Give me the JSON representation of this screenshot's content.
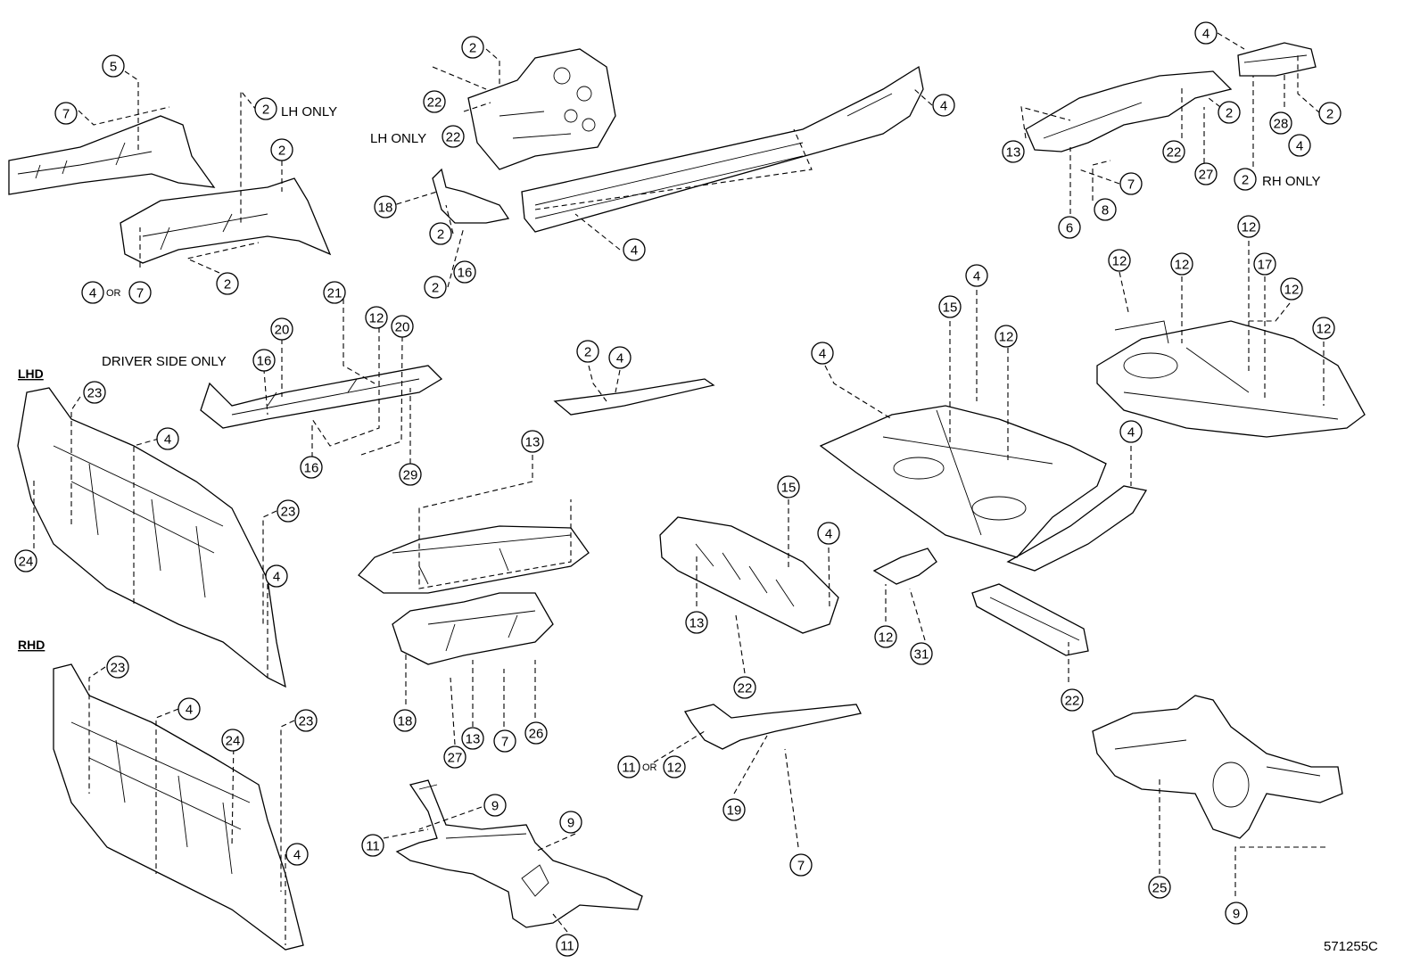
{
  "figure_code": "571255C",
  "section_labels": {
    "lhd": "LHD",
    "rhd": "RHD"
  },
  "notes": {
    "lh_only_upper": "LH ONLY",
    "lh_only_left": "LH ONLY",
    "rh_only": "RH ONLY",
    "driver_side_only": "DRIVER SIDE ONLY",
    "or": "OR"
  },
  "callouts": [
    {
      "id": "c1",
      "n": "5"
    },
    {
      "id": "c2",
      "n": "7"
    },
    {
      "id": "c3",
      "n": "2"
    },
    {
      "id": "c4",
      "n": "2"
    },
    {
      "id": "c5",
      "n": "2"
    },
    {
      "id": "c6",
      "n": "4"
    },
    {
      "id": "c7",
      "n": "7"
    },
    {
      "id": "c8",
      "n": "2"
    },
    {
      "id": "c9",
      "n": "22"
    },
    {
      "id": "c10",
      "n": "22"
    },
    {
      "id": "c11",
      "n": "4"
    },
    {
      "id": "c12",
      "n": "18"
    },
    {
      "id": "c13",
      "n": "2"
    },
    {
      "id": "c14",
      "n": "2"
    },
    {
      "id": "c15",
      "n": "16"
    },
    {
      "id": "c16",
      "n": "4"
    },
    {
      "id": "c17",
      "n": "4"
    },
    {
      "id": "c18",
      "n": "2"
    },
    {
      "id": "c19",
      "n": "28"
    },
    {
      "id": "c20",
      "n": "4"
    },
    {
      "id": "c21",
      "n": "13"
    },
    {
      "id": "c22",
      "n": "22"
    },
    {
      "id": "c23",
      "n": "2"
    },
    {
      "id": "c24",
      "n": "27"
    },
    {
      "id": "c25",
      "n": "2"
    },
    {
      "id": "c26",
      "n": "7"
    },
    {
      "id": "c27",
      "n": "8"
    },
    {
      "id": "c28",
      "n": "6"
    },
    {
      "id": "c29",
      "n": "21"
    },
    {
      "id": "c30",
      "n": "20"
    },
    {
      "id": "c31",
      "n": "12"
    },
    {
      "id": "c32",
      "n": "20"
    },
    {
      "id": "c33",
      "n": "16"
    },
    {
      "id": "c34",
      "n": "16"
    },
    {
      "id": "c35",
      "n": "29"
    },
    {
      "id": "c36",
      "n": "23"
    },
    {
      "id": "c37",
      "n": "4"
    },
    {
      "id": "c38",
      "n": "24"
    },
    {
      "id": "c39",
      "n": "23"
    },
    {
      "id": "c40",
      "n": "4"
    },
    {
      "id": "c41",
      "n": "23"
    },
    {
      "id": "c42",
      "n": "4"
    },
    {
      "id": "c43",
      "n": "24"
    },
    {
      "id": "c44",
      "n": "23"
    },
    {
      "id": "c45",
      "n": "4"
    },
    {
      "id": "c46",
      "n": "2"
    },
    {
      "id": "c47",
      "n": "4"
    },
    {
      "id": "c48",
      "n": "13"
    },
    {
      "id": "c49",
      "n": "18"
    },
    {
      "id": "c50",
      "n": "27"
    },
    {
      "id": "c51",
      "n": "13"
    },
    {
      "id": "c52",
      "n": "7"
    },
    {
      "id": "c53",
      "n": "26"
    },
    {
      "id": "c54",
      "n": "15"
    },
    {
      "id": "c55",
      "n": "4"
    },
    {
      "id": "c56",
      "n": "13"
    },
    {
      "id": "c57",
      "n": "22"
    },
    {
      "id": "c58",
      "n": "4"
    },
    {
      "id": "c59",
      "n": "15"
    },
    {
      "id": "c60",
      "n": "4"
    },
    {
      "id": "c61",
      "n": "12"
    },
    {
      "id": "c62",
      "n": "12"
    },
    {
      "id": "c63",
      "n": "12"
    },
    {
      "id": "c64",
      "n": "12"
    },
    {
      "id": "c65",
      "n": "17"
    },
    {
      "id": "c66",
      "n": "12"
    },
    {
      "id": "c67",
      "n": "12"
    },
    {
      "id": "c68",
      "n": "4"
    },
    {
      "id": "c69",
      "n": "12"
    },
    {
      "id": "c70",
      "n": "31"
    },
    {
      "id": "c71",
      "n": "22"
    },
    {
      "id": "c72",
      "n": "11"
    },
    {
      "id": "c73",
      "n": "12"
    },
    {
      "id": "c74",
      "n": "19"
    },
    {
      "id": "c75",
      "n": "7"
    },
    {
      "id": "c76",
      "n": "9"
    },
    {
      "id": "c77",
      "n": "9"
    },
    {
      "id": "c78",
      "n": "11"
    },
    {
      "id": "c79",
      "n": "11"
    },
    {
      "id": "c80",
      "n": "25"
    },
    {
      "id": "c81",
      "n": "9"
    }
  ]
}
